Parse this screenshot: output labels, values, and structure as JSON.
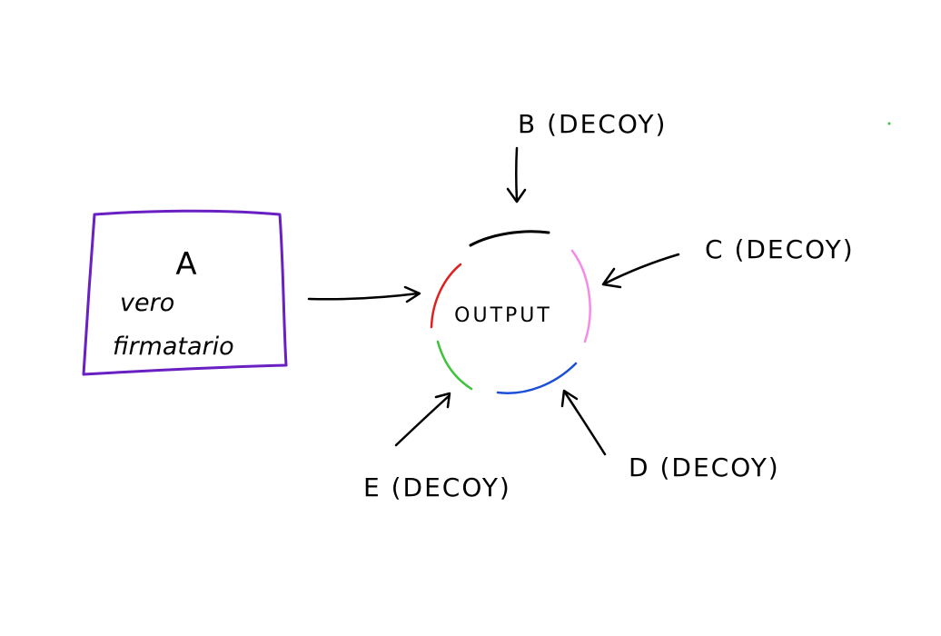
{
  "nodes": {
    "a": {
      "letter": "A",
      "line1": "vero",
      "line2": "firmatario",
      "border_color": "#6a1fc2"
    },
    "output": {
      "label": "OUTPUT",
      "segment_colors": {
        "top": "#000000",
        "left": "#e01f1f",
        "bottom_left": "#3cc43c",
        "bottom": "#1b4fd8",
        "right": "#f48be8"
      }
    },
    "b": {
      "label": "B (DECOY)"
    },
    "c": {
      "label": "C (DECOY)"
    },
    "d": {
      "label": "D (DECOY)"
    },
    "e": {
      "label": "E (DECOY)"
    }
  },
  "colors": {
    "ink": "#000000",
    "dot": "#3cc43c"
  }
}
